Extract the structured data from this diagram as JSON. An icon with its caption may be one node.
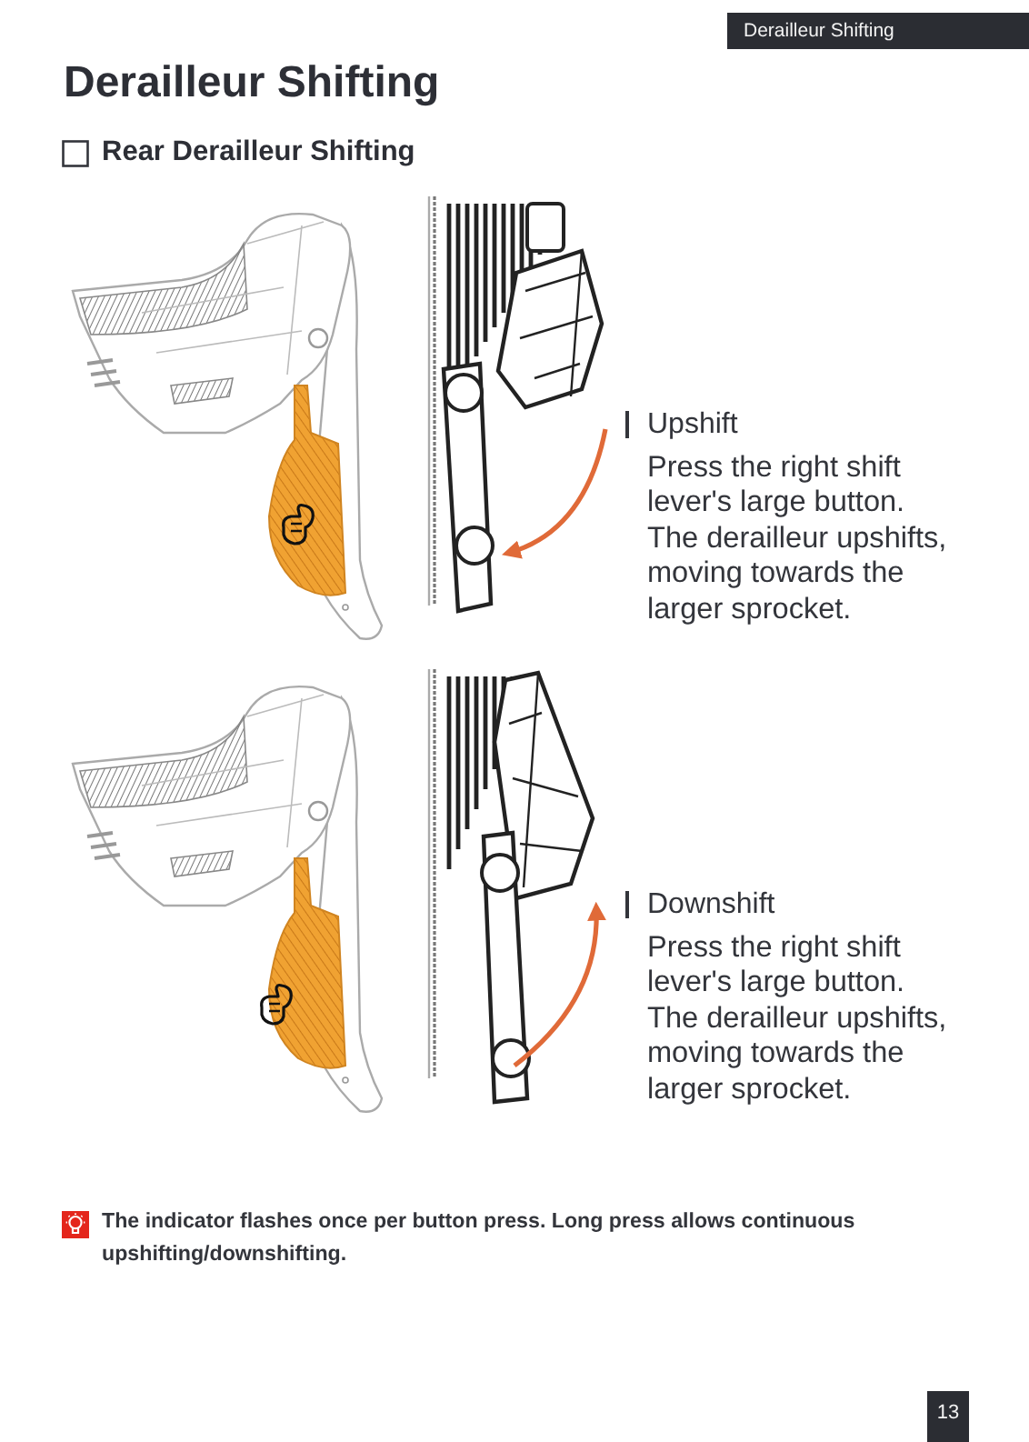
{
  "diagram": {
    "title": "Derailleur Shifting",
    "labels": [
      "Derailleur Shifting",
      "Rear Derailleur Shifting",
      "Upshift",
      "Press the right shift lever's large button. The derailleur upshifts, moving towards the larger sprocket.",
      "Downshift",
      "Press the right shift lever's large button. The derailleur upshifts, moving towards the larger sprocket.",
      "The indicator flashes once per button press. Long press allows continuous upshifting/downshifting.",
      "13"
    ]
  }
}
